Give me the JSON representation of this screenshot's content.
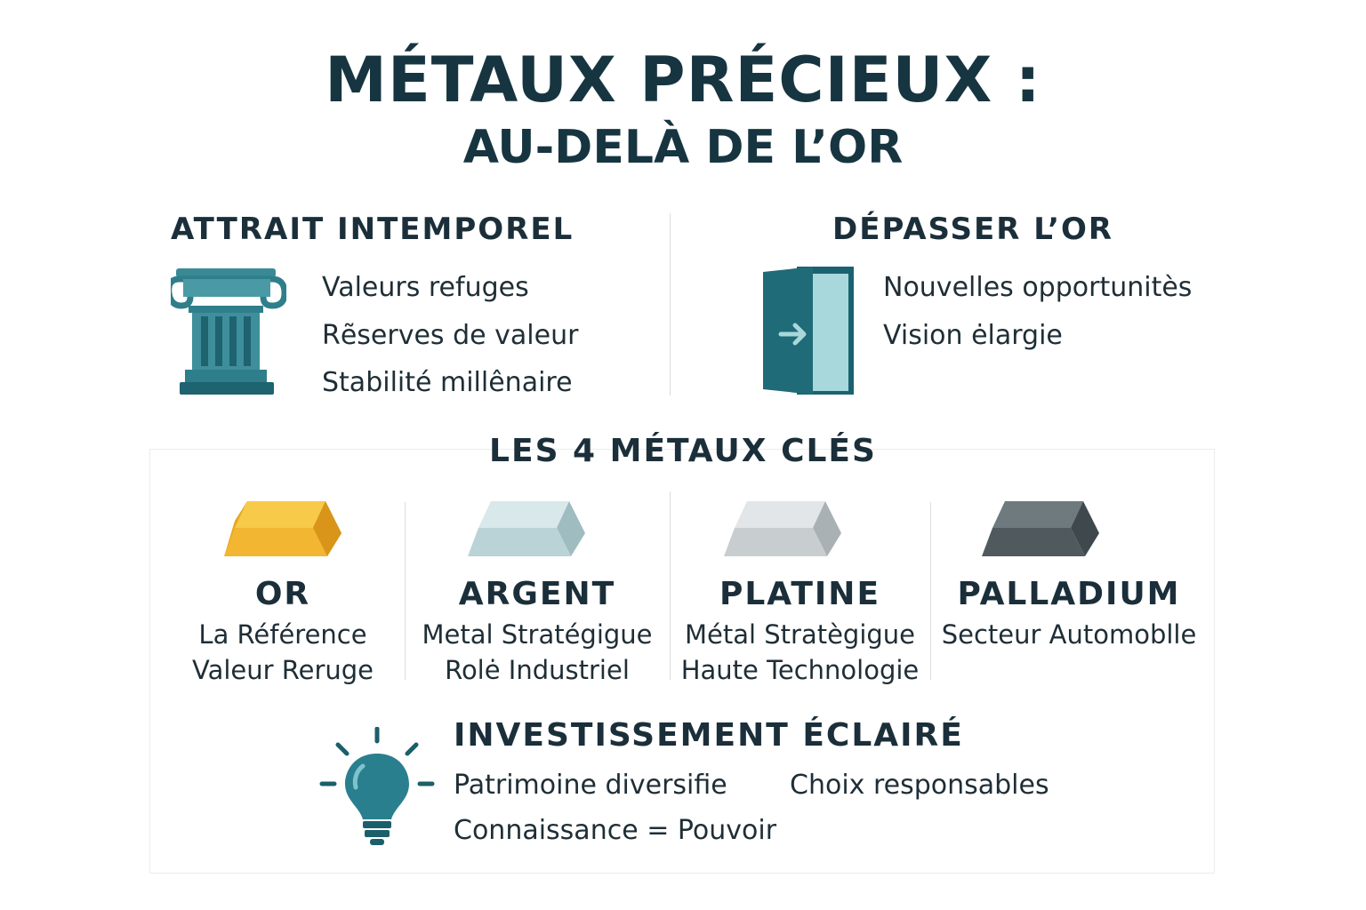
{
  "title": {
    "main": "MÉTAUX PRÉCIEUX :",
    "sub": "AU-DELÀ DE L’OR"
  },
  "sections": {
    "attrait": {
      "heading": "ATTRAIT INTEMPOREL",
      "icon": "column-icon",
      "items": [
        "Valeurs refuges",
        "Rẽserves de valeur",
        "Stabilité millênaire"
      ]
    },
    "depasser": {
      "heading": "DÉPASSER L’OR",
      "icon": "open-door-icon",
      "items": [
        "Nouvelles opportunitès",
        "Vision ėlargie"
      ]
    },
    "metaux": {
      "heading": "LES 4 MÉTAUX CLÉS",
      "metals": [
        {
          "name": "OR",
          "icon": "gold-bar-icon",
          "color": "#f2b632",
          "lines": [
            "La Référence",
            "Valeur Reruge"
          ]
        },
        {
          "name": "ARGENT",
          "icon": "silver-bar-icon",
          "color": "#b9d3d6",
          "lines": [
            "Metal Stratégigue",
            "Rolė Industriel"
          ]
        },
        {
          "name": "PLATINE",
          "icon": "platinum-bar-icon",
          "color": "#c8cdd0",
          "lines": [
            "Métal Stratègigue",
            "Haute Technologie"
          ]
        },
        {
          "name": "PALLADIUM",
          "icon": "palladium-bar-icon",
          "color": "#505a5e",
          "lines": [
            "Secteur Automoblle"
          ]
        }
      ]
    },
    "investissement": {
      "heading": "INVESTISSEMENT ÉCLAIRÉ",
      "icon": "lightbulb-icon",
      "items": [
        "Patrimoine diversifie",
        "Choix responsables",
        "Connaissance = Pouvoir"
      ]
    }
  },
  "colors": {
    "title": "#163540",
    "teal": "#2a7f8f",
    "dark_teal": "#1b5f6a"
  }
}
